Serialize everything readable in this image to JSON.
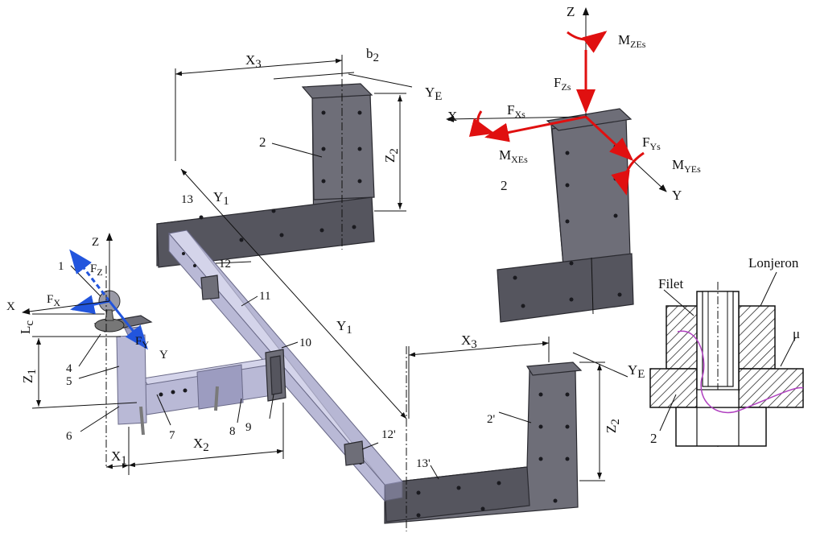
{
  "labels": {
    "x3_top": "X",
    "x3_top_sub": "3",
    "b2": "b",
    "b2_sub": "2",
    "ye_top": "Y",
    "ye_top_sub": "E",
    "z2_top": "Z",
    "z2_top_sub": "2",
    "part2_top": "2",
    "y1_top": "Y",
    "y1_top_sub": "1",
    "part13": "13",
    "part12": "12",
    "part11": "11",
    "y1_mid": "Y",
    "y1_mid_sub": "1",
    "part10": "10",
    "part9": "9",
    "part8": "8",
    "part7": "7",
    "part6": "6",
    "part5": "5",
    "part4": "4",
    "part1": "1",
    "x2": "X",
    "x2_sub": "2",
    "x1": "X",
    "x1_sub": "1",
    "z1": "Z",
    "z1_sub": "1",
    "lc": "L",
    "lc_sub": "c",
    "axis_z_left": "Z",
    "axis_x_left": "X",
    "axis_y_left": "Y",
    "fz_left": "F",
    "fz_left_sub": "Z",
    "fx_left": "F",
    "fx_left_sub": "X",
    "fy_left": "F",
    "fy_left_sub": "Y",
    "part12p": "12'",
    "part13p": "13'",
    "part2p": "2'",
    "x3_bot": "X",
    "x3_bot_sub": "3",
    "ye_bot": "Y",
    "ye_bot_sub": "E",
    "z2_bot": "Z",
    "z2_bot_sub": "2",
    "axis_z_right": "Z",
    "mzes": "M",
    "mzes_sub": "ZEs",
    "fzs": "F",
    "fzs_sub": "Zs",
    "axis_x_right": "X",
    "fxs": "F",
    "fxs_sub": "Xs",
    "fys": "F",
    "fys_sub": "Ys",
    "mxes": "M",
    "mxes_sub": "XEs",
    "myes": "M",
    "myes_sub": "YEs",
    "axis_y_right": "Y",
    "part2_right": "2",
    "lonjeron": "Lonjeron",
    "filet": "Filet",
    "mu": "μ",
    "part2_detail": "2"
  },
  "colors": {
    "force_red": "#e01010",
    "force_blue": "#2255dd",
    "plate": "#6e6e78",
    "beam": "#b9b9d6"
  }
}
